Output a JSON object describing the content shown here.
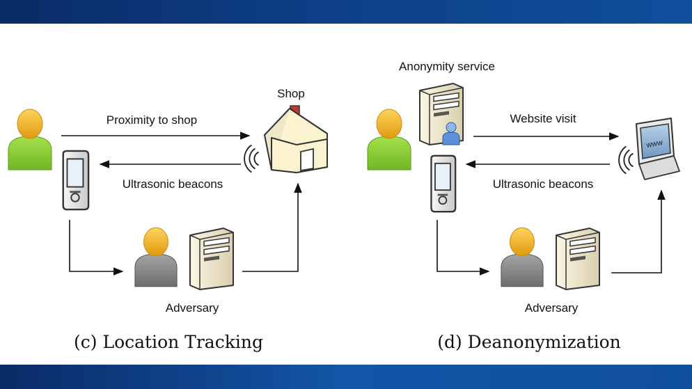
{
  "panels": {
    "location_tracking": {
      "shop_label": "Shop",
      "arrow_top_label": "Proximity to shop",
      "arrow_bottom_label": "Ultrasonic beacons",
      "adversary_label": "Adversary",
      "caption": "(c) Location Tracking"
    },
    "deanonymization": {
      "anonymity_label": "Anonymity service",
      "arrow_top_label": "Website visit",
      "arrow_bottom_label": "Ultrasonic beacons",
      "adversary_label": "Adversary",
      "caption": "(d) Deanonymization",
      "screen_text": "www"
    }
  },
  "colors": {
    "band": "#0d3f86",
    "user_head": "#f5b825",
    "user_body_green": "#8fd13a",
    "adversary_body": "#8a8a8a",
    "server_body": "#f1ead2"
  }
}
